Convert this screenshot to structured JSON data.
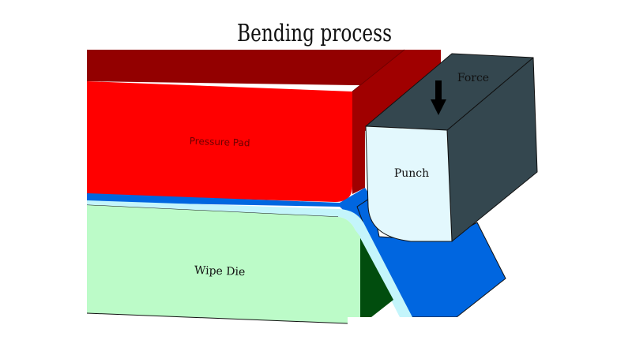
{
  "title": "Bending process",
  "components": {
    "pressure_pad": {
      "label": "Pressure Pad",
      "color_front": "#ff0000",
      "color_top": "#930000",
      "color_side": "#a00000"
    },
    "wipe_die": {
      "label": "Wipe Die",
      "color_front": "#bcfbc8",
      "color_side": "#014d0e"
    },
    "punch": {
      "label": "Punch",
      "color_front": "#e3f8fd",
      "color_top": "#34474f",
      "color_side": "#34474f"
    },
    "sheet_metal": {
      "color": "#0066e0",
      "outline_color": "#c4f5fb"
    },
    "force": {
      "label": "Force",
      "arrow": "down-arrow"
    }
  }
}
